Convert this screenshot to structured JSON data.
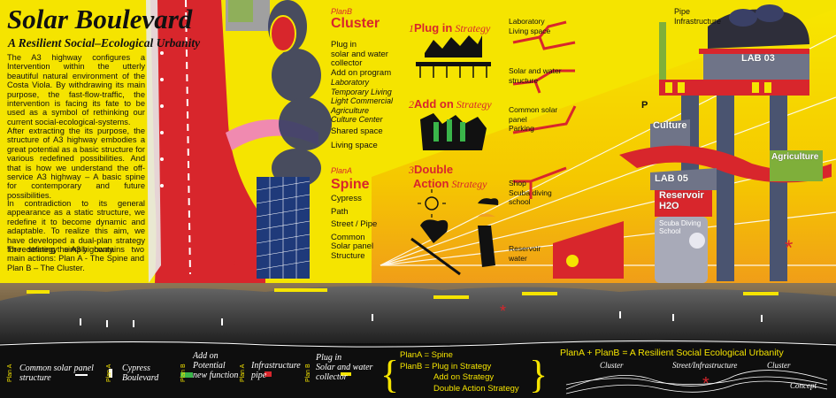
{
  "header": {
    "title": "Solar Boulevard",
    "subtitle": "A Resilient Social–Ecological Urbanity"
  },
  "intro": [
    "The A3 highway configures a Intervention within the utterly beautiful natural environment of the Costa Viola. By withdrawing its main purpose, the fast-flow-traffic, the intervention is facing its fate to be used as a symbol of rethinking our current social-ecological-systems.",
    "After extracting the its purpose, the structure of A3 highway embodies a great potential as a basic structure for various redefined possibilities. And that is how we understand the off-service A3 highway – A basic spine for contemporary and future possibilities.",
    "In contradiction to its general appearance as a static structure, we redefine it to become dynamic and adaptable. To realize this aim, we have developed a dual-plan strategy for redefining the A3 highway.",
    "The strategy simply contains two main actions: Plan A - The Spine and Plan B – The Cluster."
  ],
  "planB": {
    "tag": "PlanB",
    "title": "Cluster",
    "items": [
      "Plug in",
      "solar and water",
      "collector",
      "Add on program"
    ],
    "programs": [
      "Laboratory",
      "Temporary Living",
      "Light Commercial",
      "Agriculture",
      "Culture Center"
    ],
    "items2": [
      "Shared space",
      "Living space"
    ]
  },
  "planA": {
    "tag": "PlanA",
    "title": "Spine",
    "items": [
      "Cypress",
      "Path",
      "Street / Pipe",
      "Common",
      "Solar panel",
      "Structure"
    ]
  },
  "strategies": [
    {
      "num": "1",
      "name": "Plug in",
      "word": "Strategy"
    },
    {
      "num": "2",
      "name": "Add on",
      "word": "Strategy"
    },
    {
      "num": "3",
      "name": "Double",
      "name2": "Action",
      "word": "Strategy"
    }
  ],
  "section_labels": [
    "Laboratory",
    "Living space",
    "Solar and water",
    "structure",
    "Common solar",
    "panel",
    "Parking",
    "Shop",
    "Scuba diving",
    "school",
    "Reservoir",
    "water"
  ],
  "building": {
    "pipe": [
      "Pipe",
      "Infrastructure"
    ],
    "lab03": "LAB 03",
    "culture": "Culture",
    "agriculture": "Agriculture",
    "lab05": "LAB 05",
    "reservoir": [
      "Reservoir",
      "H2O"
    ],
    "scuba": [
      "Scuba Diving",
      "School"
    ],
    "parking_p": "P"
  },
  "legend": [
    {
      "tag": "Plan A",
      "text": [
        "Common solar panel",
        "structure"
      ]
    },
    {
      "tag": "Plan A",
      "text": [
        "Cypress",
        "Boulevard"
      ]
    },
    {
      "tag": "Plan B",
      "text": [
        "Add on",
        "Potential",
        "new function"
      ]
    },
    {
      "tag": "Plan A",
      "text": [
        "Infrastructure",
        "pipe"
      ]
    },
    {
      "tag": "Plan B",
      "text": [
        "Plug in",
        "Solar and water",
        "collector"
      ]
    }
  ],
  "summary": [
    "PlanA = Spine",
    "PlanB = Plug in Strategy",
    "Add on Strategy",
    "Double Action Strategy"
  ],
  "concept": {
    "headline": "PlanA + PlanB = A Resilient Social Ecological Urbanity",
    "labels": [
      "Cluster",
      "Street/Infrastructure",
      "Cluster"
    ],
    "caption": "Concept"
  },
  "colors": {
    "yellow": "#f5e400",
    "red": "#d8262c",
    "dark": "#2e2e3a",
    "slate": "#4a5470",
    "orange": "#f0a020"
  }
}
